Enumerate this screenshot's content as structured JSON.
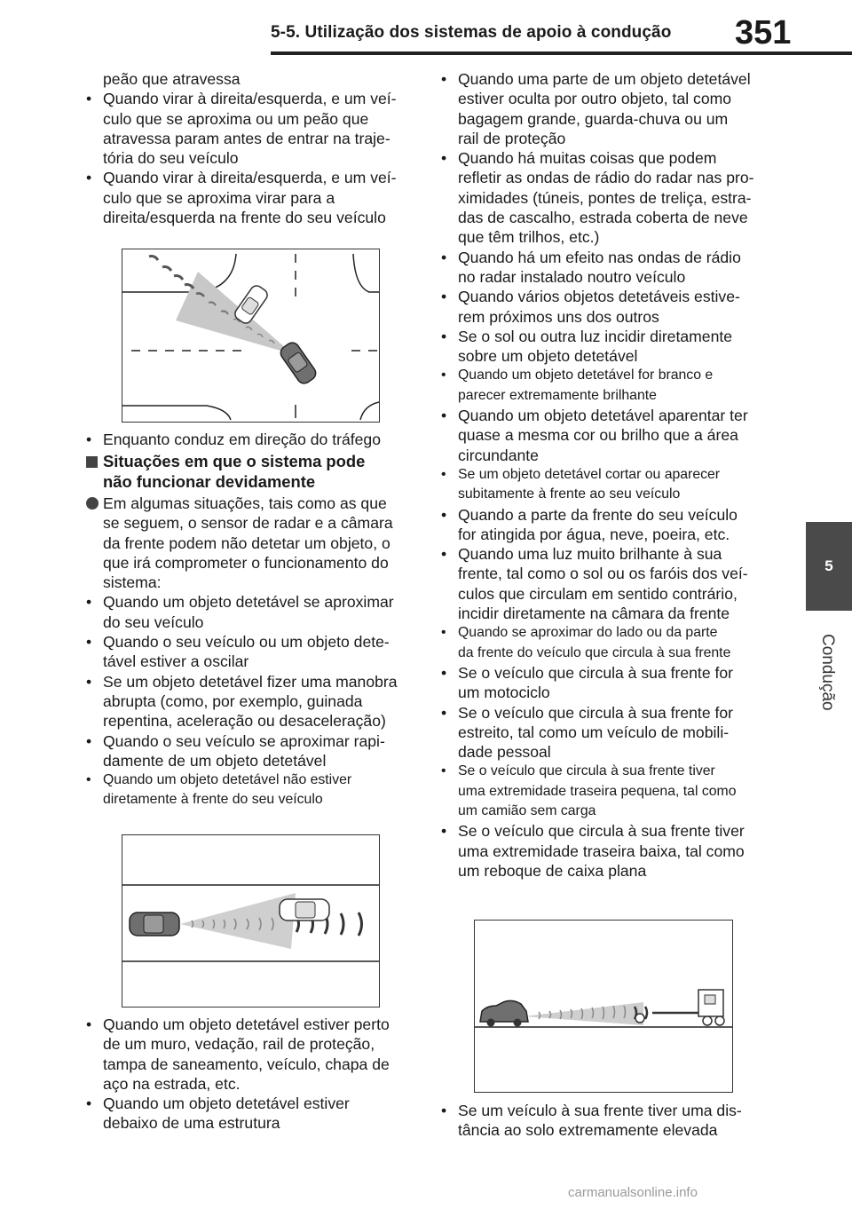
{
  "header": {
    "title": "5-5. Utilização dos sistemas de apoio à condução",
    "page_number": "351"
  },
  "side_tab": {
    "chapter_number": "5",
    "chapter_label": "Condução"
  },
  "left_column": {
    "block1": [
      {
        "bullet": "",
        "text": "peão que atravessa",
        "indent": true
      },
      {
        "bullet": "•",
        "text": "Quando virar à direita/esquerda, e um veí-",
        "indent": true
      },
      {
        "bullet": "",
        "text": "culo que se aproxima ou um peão que",
        "indent": true
      },
      {
        "bullet": "",
        "text": "atravessa param antes de entrar na traje-",
        "indent": true
      },
      {
        "bullet": "",
        "text": "tória do seu veículo",
        "indent": true
      },
      {
        "bullet": "•",
        "text": "Quando virar à direita/esquerda, e um veí-",
        "indent": true
      },
      {
        "bullet": "",
        "text": "culo que se aproxima virar para a",
        "indent": true
      },
      {
        "bullet": "",
        "text": "direita/esquerda na frente do seu veículo",
        "indent": true
      }
    ],
    "block2": [
      {
        "bullet": "•",
        "text": "Enquanto conduz em direção do tráfego",
        "indent": true
      }
    ],
    "heading": {
      "line1": "Situações em que o sistema pode",
      "line2": "não funcionar devidamente"
    },
    "block3": [
      {
        "bullet": "●",
        "text": "Em algumas situações, tais como as que",
        "indent": true
      },
      {
        "bullet": "",
        "text": "se seguem, o sensor de radar e a câmara",
        "indent": true
      },
      {
        "bullet": "",
        "text": "da frente podem não detetar um objeto, o",
        "indent": true
      },
      {
        "bullet": "",
        "text": "que irá comprometer o funcionamento do",
        "indent": true
      },
      {
        "bullet": "",
        "text": "sistema:",
        "indent": true
      },
      {
        "bullet": "•",
        "text": "Quando um objeto detetável se aproximar",
        "indent": true
      },
      {
        "bullet": "",
        "text": "do seu veículo",
        "indent": true
      },
      {
        "bullet": "•",
        "text": "Quando o seu veículo ou um objeto dete-",
        "indent": true
      },
      {
        "bullet": "",
        "text": "tável estiver a oscilar",
        "indent": true
      },
      {
        "bullet": "•",
        "text": "Se um objeto detetável fizer uma manobra",
        "indent": true
      },
      {
        "bullet": "",
        "text": "abrupta (como, por exemplo, guinada",
        "indent": true
      },
      {
        "bullet": "",
        "text": "repentina, aceleração ou desaceleração)",
        "indent": true
      },
      {
        "bullet": "•",
        "text": "Quando o seu veículo se aproximar rapi-",
        "indent": true
      },
      {
        "bullet": "",
        "text": "damente de um objeto detetável",
        "indent": true
      },
      {
        "bullet": "•",
        "text": "Quando um objeto detetável não estiver",
        "indent": true,
        "small": true
      },
      {
        "bullet": "",
        "text": "diretamente à frente do seu veículo",
        "indent": true,
        "small": true
      }
    ],
    "block4": [
      {
        "bullet": "•",
        "text": "Quando um objeto detetável estiver perto",
        "indent": true
      },
      {
        "bullet": "",
        "text": "de um muro, vedação, rail de proteção,",
        "indent": true
      },
      {
        "bullet": "",
        "text": "tampa de saneamento, veículo, chapa de",
        "indent": true
      },
      {
        "bullet": "",
        "text": "aço na estrada, etc.",
        "indent": true
      },
      {
        "bullet": "•",
        "text": "Quando um objeto detetável estiver",
        "indent": true
      },
      {
        "bullet": "",
        "text": "debaixo de uma estrutura",
        "indent": true
      }
    ]
  },
  "right_column": {
    "block1": [
      {
        "bullet": "•",
        "text": "Quando uma parte de um objeto detetável",
        "indent": true
      },
      {
        "bullet": "",
        "text": "estiver oculta por outro objeto, tal como",
        "indent": true
      },
      {
        "bullet": "",
        "text": "bagagem grande, guarda-chuva ou um",
        "indent": true
      },
      {
        "bullet": "",
        "text": "rail de proteção",
        "indent": true
      },
      {
        "bullet": "•",
        "text": "Quando há muitas coisas que podem",
        "indent": true
      },
      {
        "bullet": "",
        "text": "refletir as ondas de rádio do radar nas pro-",
        "indent": true
      },
      {
        "bullet": "",
        "text": "ximidades (túneis, pontes de treliça, estra-",
        "indent": true
      },
      {
        "bullet": "",
        "text": "das de cascalho, estrada coberta de neve",
        "indent": true
      },
      {
        "bullet": "",
        "text": "que têm trilhos, etc.)",
        "indent": true
      },
      {
        "bullet": "•",
        "text": "Quando há um efeito nas ondas de rádio",
        "indent": true
      },
      {
        "bullet": "",
        "text": "no radar instalado noutro veículo",
        "indent": true
      },
      {
        "bullet": "•",
        "text": "Quando vários objetos detetáveis estive-",
        "indent": true
      },
      {
        "bullet": "",
        "text": "rem próximos uns dos outros",
        "indent": true
      },
      {
        "bullet": "•",
        "text": "Se o sol ou outra luz incidir diretamente",
        "indent": true
      },
      {
        "bullet": "",
        "text": "sobre um objeto detetável",
        "indent": true
      },
      {
        "bullet": "•",
        "text": "Quando um objeto detetável for branco e",
        "indent": true,
        "small": true
      },
      {
        "bullet": "",
        "text": "parecer extremamente brilhante",
        "indent": true,
        "small": true
      },
      {
        "bullet": "•",
        "text": "Quando um objeto detetável aparentar ter",
        "indent": true
      },
      {
        "bullet": "",
        "text": "quase a mesma cor ou brilho que a área",
        "indent": true
      },
      {
        "bullet": "",
        "text": "circundante",
        "indent": true
      },
      {
        "bullet": "•",
        "text": "Se um objeto detetável cortar ou aparecer",
        "indent": true,
        "small": true
      },
      {
        "bullet": "",
        "text": "subitamente à frente ao seu veículo",
        "indent": true,
        "small": true
      },
      {
        "bullet": "•",
        "text": "Quando a parte da frente do seu veículo",
        "indent": true
      },
      {
        "bullet": "",
        "text": "for atingida por água, neve, poeira, etc.",
        "indent": true
      },
      {
        "bullet": "•",
        "text": "Quando uma luz muito brilhante à sua",
        "indent": true
      },
      {
        "bullet": "",
        "text": "frente, tal como o sol ou os faróis dos veí-",
        "indent": true
      },
      {
        "bullet": "",
        "text": "culos que circulam em sentido contrário,",
        "indent": true
      },
      {
        "bullet": "",
        "text": "incidir diretamente na câmara da frente",
        "indent": true
      },
      {
        "bullet": "•",
        "text": "Quando se aproximar do lado ou da parte",
        "indent": true,
        "small": true
      },
      {
        "bullet": "",
        "text": "da frente do veículo que circula à sua frente",
        "indent": true,
        "small": true
      },
      {
        "bullet": "•",
        "text": "Se o veículo que circula à sua frente for",
        "indent": true
      },
      {
        "bullet": "",
        "text": "um motociclo",
        "indent": true
      },
      {
        "bullet": "•",
        "text": "Se o veículo que circula à sua frente for",
        "indent": true
      },
      {
        "bullet": "",
        "text": "estreito, tal como um veículo de mobili-",
        "indent": true
      },
      {
        "bullet": "",
        "text": "dade pessoal",
        "indent": true
      },
      {
        "bullet": "•",
        "text": "Se o veículo que circula à sua frente tiver",
        "indent": true,
        "small": true
      },
      {
        "bullet": "",
        "text": "uma extremidade traseira pequena, tal como",
        "indent": true,
        "small": true
      },
      {
        "bullet": "",
        "text": "um camião sem carga",
        "indent": true,
        "small": true
      },
      {
        "bullet": "•",
        "text": "Se o veículo que circula à sua frente tiver",
        "indent": true
      },
      {
        "bullet": "",
        "text": "uma extremidade traseira baixa, tal como",
        "indent": true
      },
      {
        "bullet": "",
        "text": "um reboque de caixa plana",
        "indent": true
      }
    ],
    "block2": [
      {
        "bullet": "•",
        "text": "Se um veículo à sua frente tiver uma dis-",
        "indent": true
      },
      {
        "bullet": "",
        "text": "tância ao solo extremamente elevada",
        "indent": true
      }
    ]
  },
  "footer": {
    "watermark": "carmanualsonline.info"
  }
}
